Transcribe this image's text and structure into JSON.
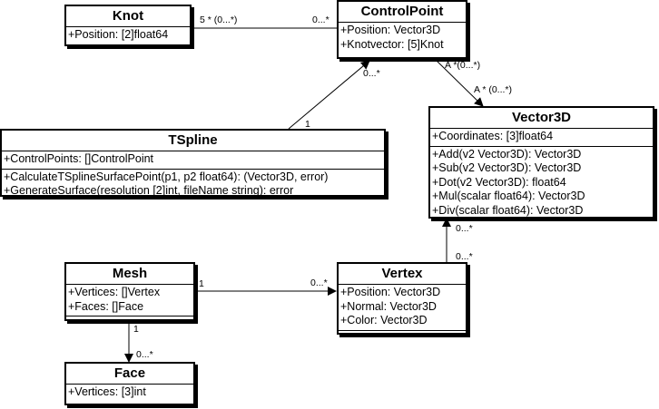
{
  "classes": {
    "knot": {
      "name": "Knot",
      "attributes": [
        "+Position: [2]float64"
      ],
      "operations": []
    },
    "control_point": {
      "name": "ControlPoint",
      "attributes": [
        "+Position: Vector3D",
        "+Knotvector: [5]Knot"
      ],
      "operations": []
    },
    "vector3d": {
      "name": "Vector3D",
      "attributes": [
        "+Coordinates: [3]float64"
      ],
      "operations": [
        "+Add(v2 Vector3D): Vector3D",
        "+Sub(v2 Vector3D): Vector3D",
        "+Dot(v2 Vector3D): float64",
        "+Mul(scalar float64): Vector3D",
        "+Div(scalar float64): Vector3D"
      ]
    },
    "tspline": {
      "name": "TSpline",
      "attributes": [
        "+ControlPoints: []ControlPoint"
      ],
      "operations": [
        "+CalculateTSplineSurfacePoint(p1, p2 float64): (Vector3D, error)",
        "+GenerateSurface(resolution [2]int, fileName string): error"
      ]
    },
    "mesh": {
      "name": "Mesh",
      "attributes": [
        "+Vertices: []Vertex",
        "+Faces: []Face"
      ],
      "operations": []
    },
    "vertex": {
      "name": "Vertex",
      "attributes": [
        "+Position: Vector3D",
        "+Normal: Vector3D",
        "+Color: Vector3D"
      ],
      "operations": []
    },
    "face": {
      "name": "Face",
      "attributes": [
        "+Vertices: [3]int"
      ],
      "operations": []
    }
  },
  "associations": {
    "controlpoint_knot": {
      "source_multiplicity": "0...*",
      "target_multiplicity": "5 * (0...*)"
    },
    "controlpoint_vector3d": {
      "source_multiplicity": "A *(0...*)",
      "target_multiplicity": "A * (0...*)"
    },
    "tspline_controlpoint": {
      "source_multiplicity": "1",
      "target_multiplicity": "0...*"
    },
    "mesh_vertex": {
      "source_multiplicity": "1",
      "target_multiplicity": "0...*"
    },
    "mesh_face": {
      "source_multiplicity": "1",
      "target_multiplicity": "0...*"
    },
    "vertex_vector3d": {
      "source_multiplicity": "0...*",
      "target_multiplicity": "0...*"
    }
  }
}
